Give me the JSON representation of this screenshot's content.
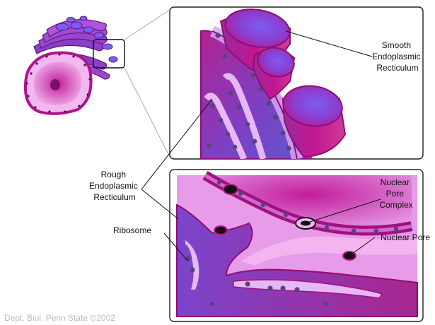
{
  "labels": {
    "smooth_er": [
      "Smooth",
      "Endoplasmic",
      "Recticulum"
    ],
    "rough_er": [
      "Rough",
      "Endoplasmic",
      "Recticulum"
    ],
    "ribosome": "Ribosome",
    "nuclear_pore_complex": [
      "Nuclear",
      "Pore",
      "Complex"
    ],
    "nuclear_pore": "Nuclear Pore"
  },
  "credit": "Dept. Biol. Penn State ©2002",
  "colors": {
    "magenta": "#c0168f",
    "dark_magenta": "#8e0f73",
    "violet": "#7c3fc8",
    "blue_violet": "#6a55d0",
    "pink_light": "#f0a6f0",
    "pink_cyto": "#e79be8",
    "ribosome": "#54457a"
  }
}
